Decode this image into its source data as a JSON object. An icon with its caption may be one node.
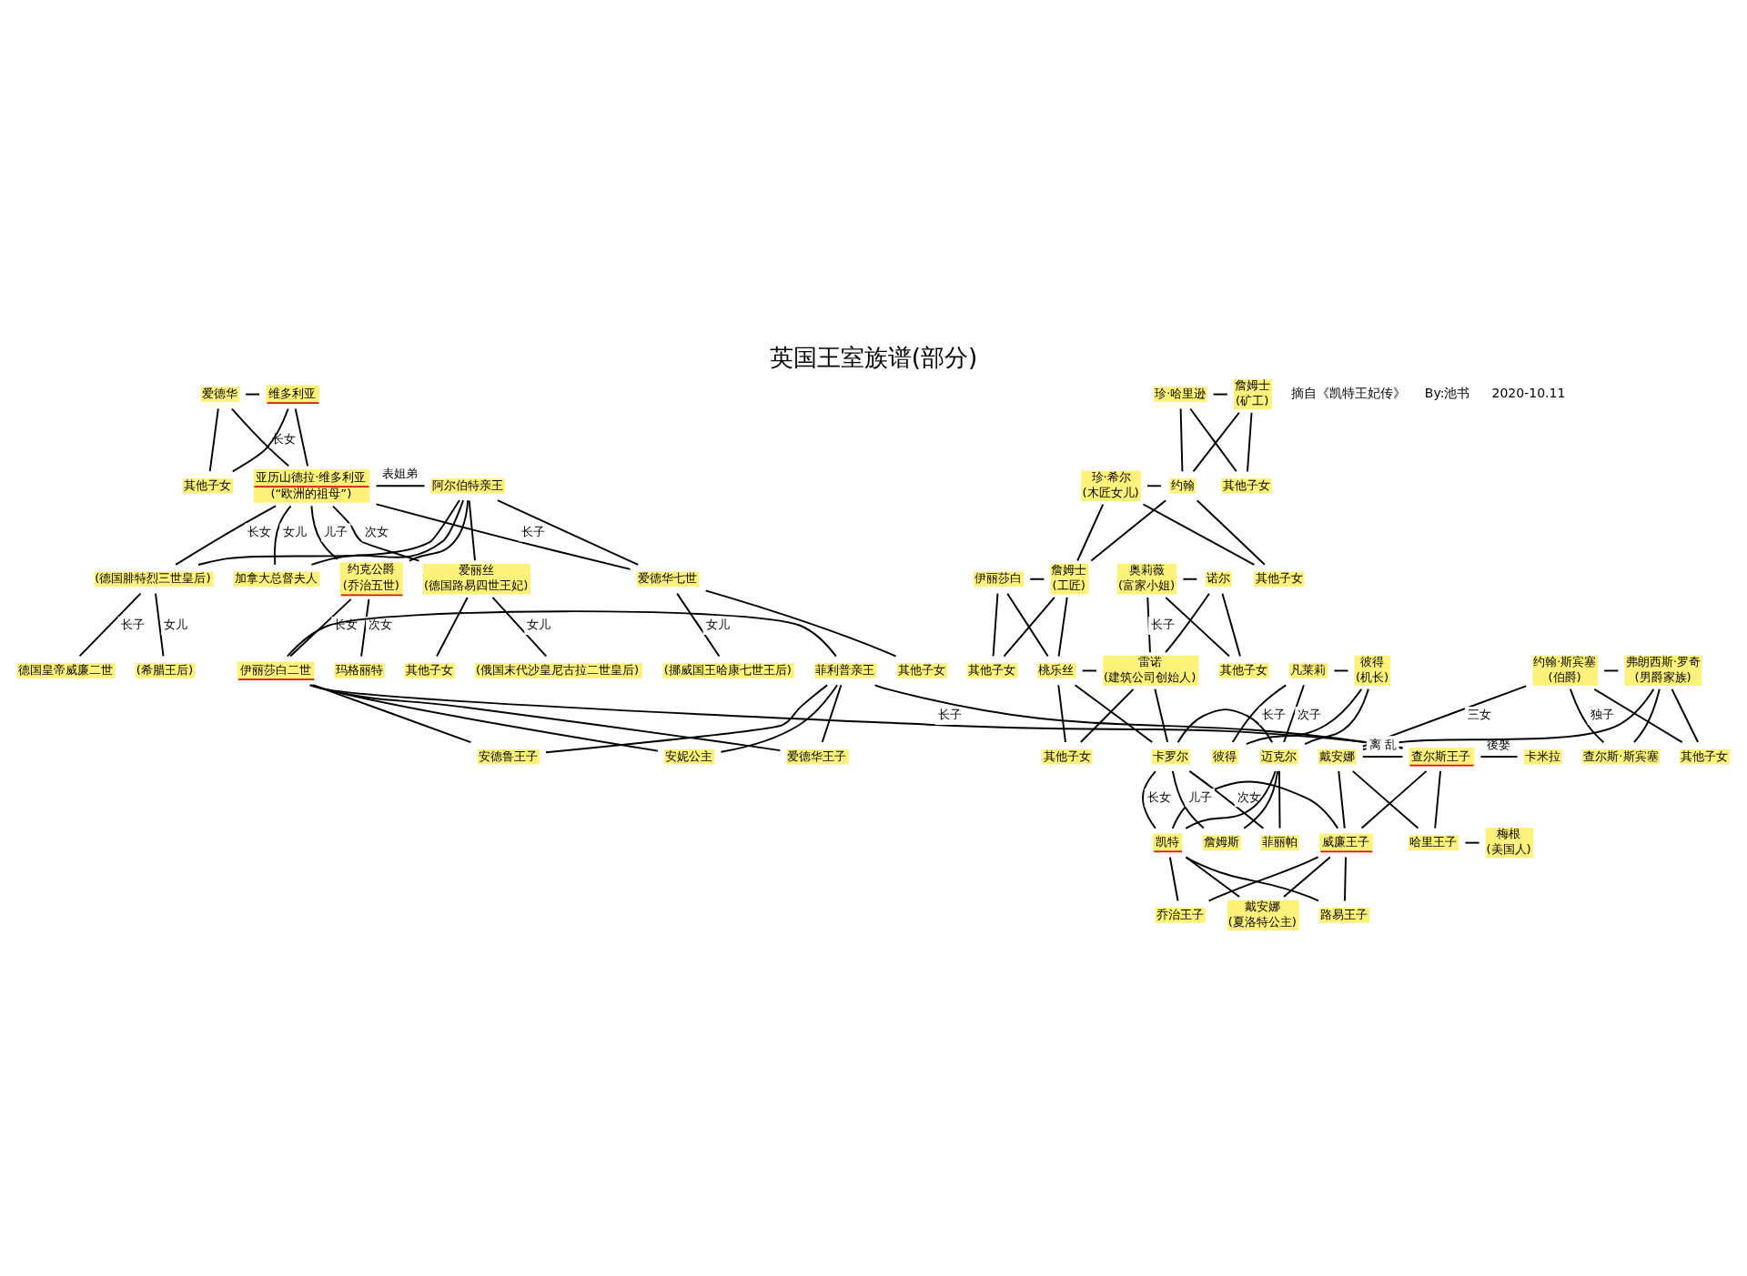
{
  "diagram": {
    "title": "英国王室族谱(部分)",
    "nodes": [
      {
        "text": [
          "爱德华"
        ]
      },
      {
        "text": [
          "维多利亚"
        ]
      },
      {
        "text": [
          "其他子女"
        ]
      },
      {
        "text": [
          "亚历山德拉·维多利亚",
          "(“欧洲的祖母”)"
        ]
      },
      {
        "text": [
          "阿尔伯特亲王"
        ]
      },
      {
        "text": [
          "(德国腓特烈三世皇后)"
        ]
      },
      {
        "text": [
          "爱德华七世"
        ]
      },
      {
        "text": [
          "爱丽丝",
          "(德国路易四世王妃)"
        ]
      },
      {
        "text": [
          "约克公爵",
          "(乔治五世)"
        ]
      },
      {
        "text": [
          "加拿大总督夫人"
        ]
      },
      {
        "text": [
          "德国皇帝威廉二世"
        ]
      },
      {
        "text": [
          "(希腊王后)"
        ]
      },
      {
        "text": [
          "(挪威国王哈康七世王后)"
        ]
      },
      {
        "text": [
          "其他子女"
        ]
      },
      {
        "text": [
          "其他子女"
        ]
      },
      {
        "text": [
          "(俄国末代沙皇尼古拉二世皇后)"
        ]
      },
      {
        "text": [
          "伊丽莎白二世"
        ]
      },
      {
        "text": [
          "玛格丽特"
        ]
      },
      {
        "text": [
          "菲利普亲王"
        ]
      },
      {
        "text": [
          "查尔斯王子"
        ]
      },
      {
        "text": [
          "安妮公主"
        ]
      },
      {
        "text": [
          "安德鲁王子"
        ]
      },
      {
        "text": [
          "爱德华王子"
        ]
      },
      {
        "text": [
          "约翰·斯宾塞",
          "(伯爵)"
        ]
      },
      {
        "text": [
          "弗朗西斯·罗奇",
          "(男爵家族)"
        ]
      },
      {
        "text": [
          "其他子女"
        ]
      },
      {
        "text": [
          "戴安娜"
        ]
      },
      {
        "text": [
          "查尔斯·斯宾塞"
        ]
      },
      {
        "text": [
          "卡米拉"
        ]
      },
      {
        "text": [
          "威廉王子"
        ]
      },
      {
        "text": [
          "哈里王子"
        ]
      },
      {
        "text": [
          "梅根",
          "(美国人)"
        ]
      },
      {
        "text": [
          "凯特"
        ]
      },
      {
        "text": [
          "乔治王子"
        ]
      },
      {
        "text": [
          "戴安娜",
          "(夏洛特公主)"
        ]
      },
      {
        "text": [
          "路易王子"
        ]
      },
      {
        "text": [
          "珍·哈里逊"
        ]
      },
      {
        "text": [
          "詹姆士",
          "(矿工)"
        ]
      },
      {
        "text": [
          "约翰"
        ]
      },
      {
        "text": [
          "其他子女"
        ]
      },
      {
        "text": [
          "珍·希尔",
          "(木匠女儿)"
        ]
      },
      {
        "text": [
          "詹姆士",
          "(工匠)"
        ]
      },
      {
        "text": [
          "其他子女"
        ]
      },
      {
        "text": [
          "伊丽莎白"
        ]
      },
      {
        "text": [
          "其他子女"
        ]
      },
      {
        "text": [
          "桃乐丝"
        ]
      },
      {
        "text": [
          "雷诺",
          "(建筑公司创始人)"
        ]
      },
      {
        "text": [
          "奥莉薇",
          "(富家小姐)"
        ]
      },
      {
        "text": [
          "诺尔"
        ]
      },
      {
        "text": [
          "其他子女"
        ]
      },
      {
        "text": [
          "其他子女"
        ]
      },
      {
        "text": [
          "卡罗尔"
        ]
      },
      {
        "text": [
          "凡莱莉"
        ]
      },
      {
        "text": [
          "彼得",
          "(机长)"
        ]
      },
      {
        "text": [
          "彼得"
        ]
      },
      {
        "text": [
          "迈克尔"
        ]
      },
      {
        "text": [
          "菲丽帕"
        ]
      },
      {
        "text": [
          "詹姆斯"
        ]
      }
    ],
    "edges": [
      {
        "from": 0,
        "to": 1,
        "arrow": "none"
      },
      {
        "from": 0,
        "to": 3,
        "arrow": "none",
        "label": "长女"
      },
      {
        "from": 1,
        "to": 3,
        "arrow": "none"
      },
      {
        "from": 0,
        "to": 2,
        "arrow": "none"
      },
      {
        "from": 1,
        "to": 2,
        "arrow": "none"
      },
      {
        "from": 3,
        "to": 4,
        "arrow": "none",
        "label": "表姐弟"
      },
      {
        "from": 3,
        "to": 5,
        "arrow": "none",
        "label": "长女"
      },
      {
        "from": 4,
        "to": 5,
        "arrow": "none"
      },
      {
        "from": 3,
        "to": 6,
        "arrow": "none",
        "label": "长子"
      },
      {
        "from": 4,
        "to": 6,
        "arrow": "none"
      },
      {
        "from": 3,
        "to": 7,
        "arrow": "none",
        "label": "次女"
      },
      {
        "from": 4,
        "to": 7,
        "arrow": "none"
      },
      {
        "from": 3,
        "to": 8,
        "arrow": "none",
        "label": "儿子"
      },
      {
        "from": 4,
        "to": 8,
        "arrow": "none"
      },
      {
        "from": 3,
        "to": 9,
        "arrow": "none",
        "label": "女儿"
      },
      {
        "from": 4,
        "to": 9,
        "arrow": "none"
      },
      {
        "from": 5,
        "to": 10,
        "arrow": "none",
        "label": "长子"
      },
      {
        "from": 5,
        "to": 11,
        "arrow": "none",
        "label": "女儿"
      },
      {
        "from": 6,
        "to": 12,
        "arrow": "none",
        "label": "女儿"
      },
      {
        "from": 6,
        "to": 13,
        "arrow": "none"
      },
      {
        "from": 7,
        "to": 14,
        "arrow": "none"
      },
      {
        "from": 7,
        "to": 15,
        "arrow": "none",
        "label": "女儿"
      },
      {
        "from": 8,
        "to": 16,
        "arrow": "none",
        "label": "长女"
      },
      {
        "from": 8,
        "to": 17,
        "arrow": "none",
        "label": "次女"
      },
      {
        "from": 16,
        "to": 18,
        "arrow": "none"
      },
      {
        "from": 16,
        "to": 19,
        "arrow": "none",
        "label": "长子"
      },
      {
        "from": 18,
        "to": 19,
        "arrow": "none"
      },
      {
        "from": 16,
        "to": 20,
        "arrow": "none"
      },
      {
        "from": 18,
        "to": 20,
        "arrow": "none"
      },
      {
        "from": 16,
        "to": 21,
        "arrow": "none"
      },
      {
        "from": 18,
        "to": 21,
        "arrow": "none"
      },
      {
        "from": 16,
        "to": 22,
        "arrow": "none"
      },
      {
        "from": 18,
        "to": 22,
        "arrow": "none"
      },
      {
        "from": 23,
        "to": 24,
        "arrow": "none"
      },
      {
        "from": 23,
        "to": 25,
        "arrow": "none"
      },
      {
        "from": 24,
        "to": 25,
        "arrow": "none"
      },
      {
        "from": 23,
        "to": 26,
        "arrow": "none",
        "label": "三女"
      },
      {
        "from": 24,
        "to": 26,
        "arrow": "none"
      },
      {
        "from": 23,
        "to": 27,
        "arrow": "none",
        "label": "独子"
      },
      {
        "from": 24,
        "to": 27,
        "arrow": "none"
      },
      {
        "from": 26,
        "to": 19,
        "arrow": "none",
        "label": "离 乱"
      },
      {
        "from": 19,
        "to": 28,
        "arrow": "none",
        "label": "後娶"
      },
      {
        "from": 26,
        "to": 29,
        "arrow": "none"
      },
      {
        "from": 19,
        "to": 29,
        "arrow": "none"
      },
      {
        "from": 26,
        "to": 30,
        "arrow": "none"
      },
      {
        "from": 19,
        "to": 30,
        "arrow": "none"
      },
      {
        "from": 30,
        "to": 31,
        "arrow": "none"
      },
      {
        "from": 32,
        "to": 29,
        "arrow": "none"
      },
      {
        "from": 32,
        "to": 33,
        "arrow": "none"
      },
      {
        "from": 29,
        "to": 33,
        "arrow": "none"
      },
      {
        "from": 32,
        "to": 34,
        "arrow": "none"
      },
      {
        "from": 29,
        "to": 34,
        "arrow": "none"
      },
      {
        "from": 32,
        "to": 35,
        "arrow": "none"
      },
      {
        "from": 29,
        "to": 35,
        "arrow": "none"
      },
      {
        "from": 36,
        "to": 37,
        "arrow": "none"
      },
      {
        "from": 36,
        "to": 38,
        "arrow": "none"
      },
      {
        "from": 37,
        "to": 38,
        "arrow": "none"
      },
      {
        "from": 36,
        "to": 39,
        "arrow": "none"
      },
      {
        "from": 37,
        "to": 39,
        "arrow": "none"
      },
      {
        "from": 40,
        "to": 38,
        "arrow": "none"
      },
      {
        "from": 40,
        "to": 41,
        "arrow": "none"
      },
      {
        "from": 38,
        "to": 41,
        "arrow": "none"
      },
      {
        "from": 40,
        "to": 42,
        "arrow": "none"
      },
      {
        "from": 38,
        "to": 42,
        "arrow": "none"
      },
      {
        "from": 43,
        "to": 41,
        "arrow": "none"
      },
      {
        "from": 43,
        "to": 44,
        "arrow": "none"
      },
      {
        "from": 41,
        "to": 44,
        "arrow": "none"
      },
      {
        "from": 43,
        "to": 45,
        "arrow": "none"
      },
      {
        "from": 41,
        "to": 45,
        "arrow": "none"
      },
      {
        "from": 47,
        "to": 48,
        "arrow": "none"
      },
      {
        "from": 47,
        "to": 46,
        "arrow": "none",
        "label": "长子"
      },
      {
        "from": 48,
        "to": 46,
        "arrow": "none"
      },
      {
        "from": 47,
        "to": 49,
        "arrow": "none"
      },
      {
        "from": 48,
        "to": 49,
        "arrow": "none"
      },
      {
        "from": 45,
        "to": 46,
        "arrow": "none"
      },
      {
        "from": 45,
        "to": 50,
        "arrow": "none"
      },
      {
        "from": 46,
        "to": 50,
        "arrow": "none"
      },
      {
        "from": 45,
        "to": 51,
        "arrow": "none"
      },
      {
        "from": 46,
        "to": 51,
        "arrow": "none"
      },
      {
        "from": 52,
        "to": 53,
        "arrow": "none"
      },
      {
        "from": 52,
        "to": 54,
        "arrow": "none",
        "label": "长子"
      },
      {
        "from": 53,
        "to": 54,
        "arrow": "none"
      },
      {
        "from": 52,
        "to": 55,
        "arrow": "none",
        "label": "次子"
      },
      {
        "from": 53,
        "to": 55,
        "arrow": "none"
      },
      {
        "from": 51,
        "to": 55,
        "arrow": "none"
      },
      {
        "from": 51,
        "to": 32,
        "arrow": "none",
        "label": "长女"
      },
      {
        "from": 55,
        "to": 32,
        "arrow": "none"
      },
      {
        "from": 51,
        "to": 56,
        "arrow": "none",
        "label": "次女"
      },
      {
        "from": 55,
        "to": 56,
        "arrow": "none"
      },
      {
        "from": 51,
        "to": 57,
        "arrow": "none",
        "label": "儿子"
      },
      {
        "from": 55,
        "to": 57,
        "arrow": "none"
      }
    ],
    "labels": [
      "摘自《凯特王妃传》",
      "By:池书",
      "2020-10.11"
    ]
  }
}
